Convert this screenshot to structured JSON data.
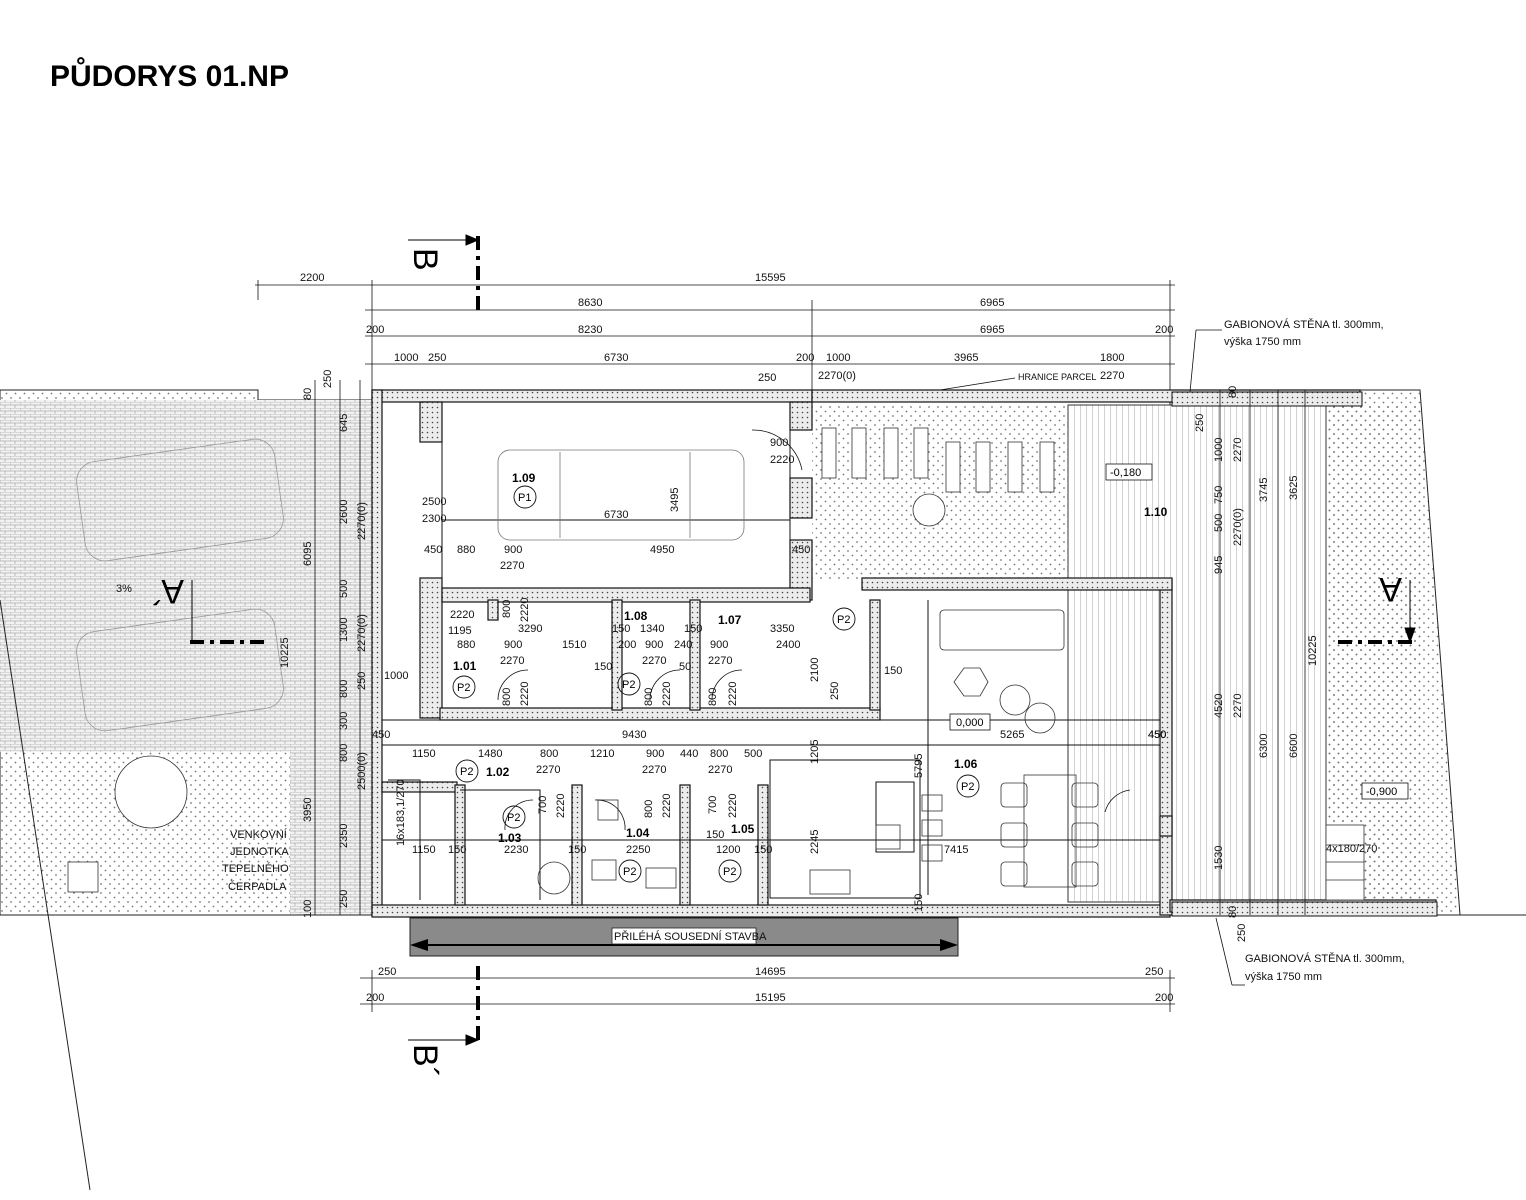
{
  "title": "PŮDORYS 01.NP",
  "sections": {
    "b_top": "B",
    "b_bottom": "B´",
    "a_left": "A´",
    "a_right": "A"
  },
  "top_dims": {
    "d_2200": "2200",
    "d_15595": "15595",
    "d_8630": "8630",
    "d_6965a": "6965",
    "d_200a": "200",
    "d_8230": "8230",
    "d_6965b": "6965",
    "d_200b": "200",
    "d_1000a": "1000",
    "d_250a": "250",
    "d_6730a": "6730",
    "d_200c": "200",
    "d_1000b": "1000",
    "d_3965": "3965",
    "d_1800": "1800",
    "d_250b": "250",
    "d_2270_0": "2270(0)",
    "d_2270a": "2270"
  },
  "bottom_dims": {
    "d_250c": "250",
    "d_14695": "14695",
    "d_250d": "250",
    "d_200d": "200",
    "d_15195": "15195",
    "d_200e": "200"
  },
  "left_dims": {
    "d_250e": "250",
    "d_80a": "80",
    "d_645": "645",
    "d_2600": "2600",
    "d_2270_0a": "2270(0)",
    "d_6095": "6095",
    "d_500a": "500",
    "d_1300": "1300",
    "d_2270_0b": "2270(0)",
    "d_10225a": "10225",
    "d_250f": "250",
    "d_800a": "800",
    "d_300": "300",
    "d_800b": "800",
    "d_2500_0": "2500(0)",
    "d_3950": "3950",
    "d_2350": "2350",
    "d_250g": "250",
    "d_100": "100",
    "d_1000c": "1000",
    "d_450a": "450"
  },
  "right_dims": {
    "d_250h": "250",
    "d_80b": "80",
    "d_1000d": "1000",
    "d_2270b": "2270",
    "d_750": "750",
    "d_500b": "500",
    "d_2270_0c": "2270(0)",
    "d_3745": "3745",
    "d_3625": "3625",
    "d_945": "945",
    "d_10225b": "10225",
    "d_4520": "4520",
    "d_2270c": "2270",
    "d_6300": "6300",
    "d_6600": "6600",
    "d_1530": "1530",
    "d_80c": "80",
    "d_250i": "250",
    "d_450b": "450"
  },
  "inner_dims": {
    "i_2500": "2500",
    "i_2300": "2300",
    "i_6730": "6730",
    "i_3495": "3495",
    "i_450a": "450",
    "i_880a": "880",
    "i_900a": "900",
    "i_4950": "4950",
    "i_450b": "450",
    "i_2270a": "2270",
    "i_900b": "900",
    "i_2220a": "2220",
    "i_2220b": "2220",
    "i_1195": "1195",
    "i_3290": "3290",
    "i_880b": "880",
    "i_900c": "900",
    "i_1510": "1510",
    "i_150a": "150",
    "i_1340": "1340",
    "i_150b": "150",
    "i_3350": "3350",
    "i_200a": "200",
    "i_900d": "900",
    "i_240": "240",
    "i_900e": "900",
    "i_2400": "2400",
    "i_2270b": "2270",
    "i_2270c": "2270",
    "i_2270d": "2270",
    "i_150c": "150",
    "i_50": "50",
    "i_800a": "800",
    "i_2220c": "2220",
    "i_800b": "800",
    "i_2220d": "2220",
    "i_800c": "800",
    "i_2220e": "2220",
    "i_800d": "800",
    "i_2100": "2100",
    "i_250a": "250",
    "i_150d": "150",
    "i_9430": "9430",
    "i_1150a": "1150",
    "i_1480": "1480",
    "i_800e": "800",
    "i_1210": "1210",
    "i_900f": "900",
    "i_440": "440",
    "i_800f": "800",
    "i_500": "500",
    "i_2270e": "2270",
    "i_2270f": "2270",
    "i_2270g": "2270",
    "i_1205": "1205",
    "i_5795": "5795",
    "i_5265": "5265",
    "i_450c": "450",
    "i_16x": "16x183,1/270",
    "i_700a": "700",
    "i_2220f": "2220",
    "i_800g": "800",
    "i_2220g": "2220",
    "i_700b": "700",
    "i_2220h": "2220",
    "i_1150b": "1150",
    "i_150e": "150",
    "i_2230": "2230",
    "i_150f": "150",
    "i_2250": "2250",
    "i_150g": "150",
    "i_1200": "1200",
    "i_150h": "150",
    "i_2245": "2245",
    "i_7415": "7415",
    "i_150i": "150",
    "i_2220i": "2220"
  },
  "rooms": {
    "r109": "1.09",
    "r101": "1.01",
    "r108": "1.08",
    "r107": "1.07",
    "r102": "1.02",
    "r103": "1.03",
    "r104": "1.04",
    "r105": "1.05",
    "r106": "1.06",
    "r110": "1.10"
  },
  "floor_tags": {
    "p1": "P1",
    "p2": "P2"
  },
  "levels": {
    "l_0180": "-0,180",
    "l_0000": "0,000",
    "l_0900": "-0,900"
  },
  "notes": {
    "gabion_top_1": "GABIONOVÁ STĚNA tl. 300mm,",
    "gabion_top_2": "výška 1750 mm",
    "gabion_bot_1": "GABIONOVÁ STĚNA tl. 300mm,",
    "gabion_bot_2": "výška 1750 mm",
    "hranice": "HRANICE PARCEL",
    "neighbour": "PŘILÉHÁ SOUSEDNÍ STAVBA",
    "unit_1": "VENKOVNÍ",
    "unit_2": "JEDNOTKA",
    "unit_3": "TEPELNÉHO",
    "unit_4": "ČERPADLA",
    "slope": "3%",
    "steps": "4x180/270"
  },
  "colors": {
    "ink": "#111111",
    "wall_hatch": "#555555",
    "neighbour_fill": "#8a8a8a",
    "wall_fill": "#d8d8e8"
  }
}
